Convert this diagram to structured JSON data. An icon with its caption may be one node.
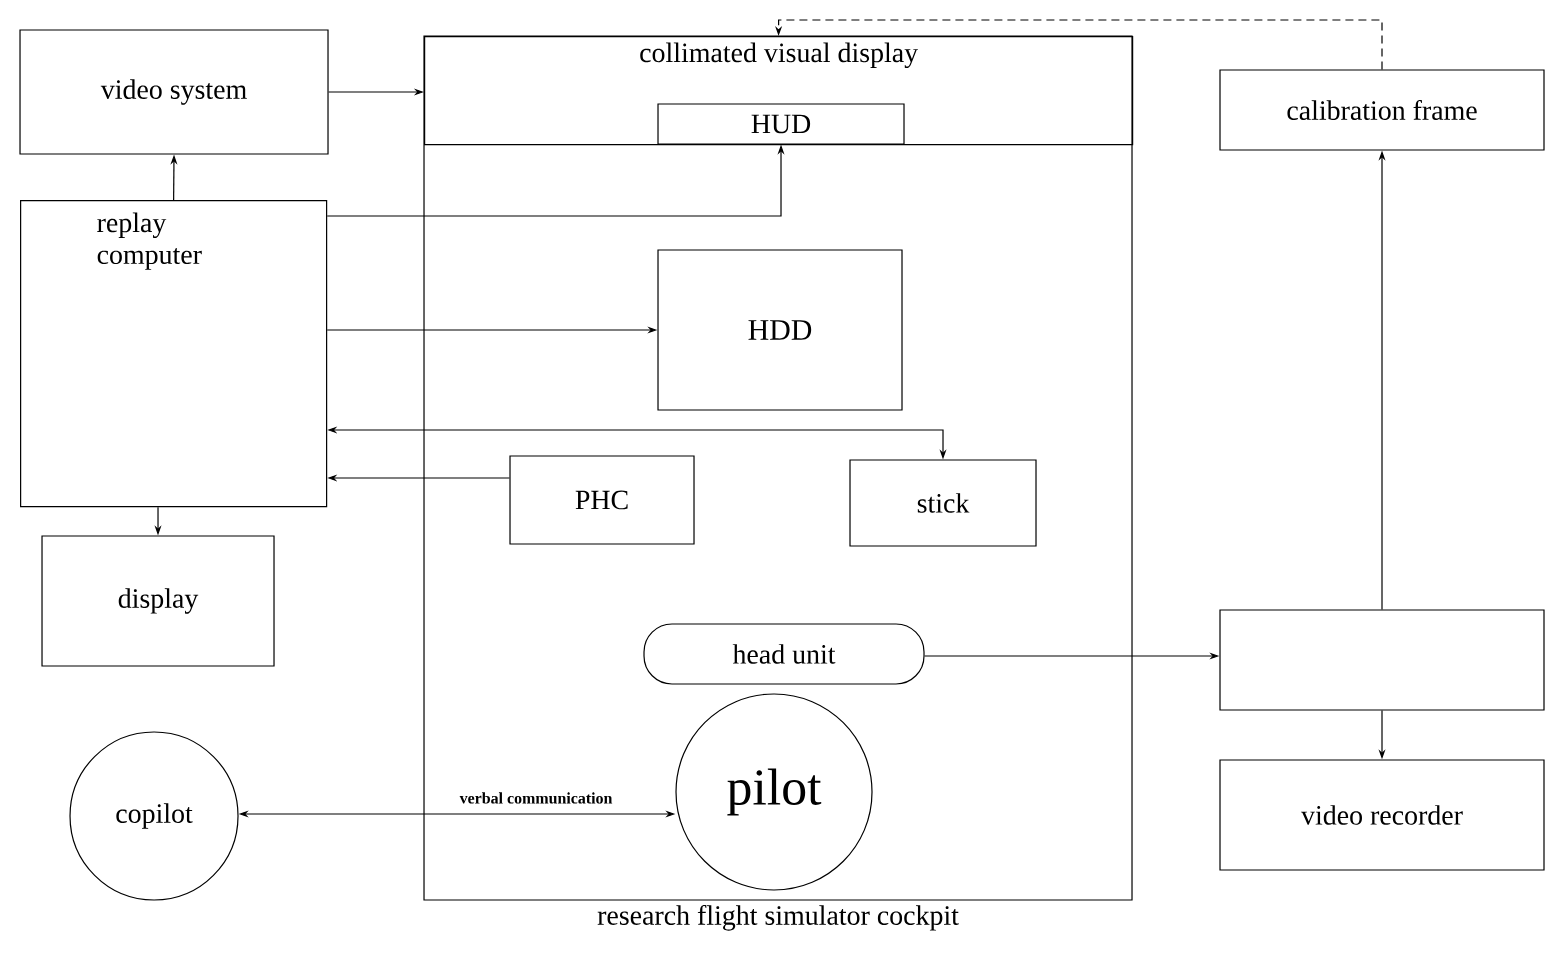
{
  "diagram": {
    "nodes": [
      {
        "text": [
          "video system"
        ]
      },
      {
        "text": [
          "research flight simulator cockpit"
        ]
      },
      {
        "text": [
          "collimated visual display"
        ],
        "in": 1
      },
      {
        "text": [
          "HUD"
        ],
        "in": 2
      },
      {
        "text": [
          "replay computer"
        ]
      },
      {
        "text": [
          "HDD"
        ],
        "in": 1
      },
      {
        "text": [
          "PHC"
        ],
        "in": 1
      },
      {
        "text": [
          "stick"
        ],
        "in": 1
      },
      {
        "text": [
          "display"
        ]
      },
      {
        "text": [
          "head unit"
        ],
        "in": 1
      },
      {
        "text": [
          "copilot"
        ]
      },
      {
        "text": [
          "pilot"
        ],
        "in": 1
      },
      {
        "text": [
          "calibration frame"
        ]
      },
      {
        "text": [],
        "shape": "box"
      },
      {
        "text": [
          "video recorder"
        ]
      }
    ],
    "edges": [
      {
        "from": 0,
        "to": 2,
        "arrow": "to"
      },
      {
        "from": 4,
        "to": 0,
        "arrow": "to"
      },
      {
        "from": 4,
        "to": 3,
        "arrow": "to"
      },
      {
        "from": 4,
        "to": 5,
        "arrow": "to"
      },
      {
        "from": 4,
        "to": 7,
        "arrow": "both"
      },
      {
        "from": 6,
        "to": 4,
        "arrow": "to"
      },
      {
        "from": 4,
        "to": 8,
        "arrow": "to"
      },
      {
        "from": 12,
        "to": 2,
        "arrow": "to",
        "style": "dashed"
      },
      {
        "from": 13,
        "to": 12,
        "arrow": "to"
      },
      {
        "from": 9,
        "to": 13,
        "arrow": "to"
      },
      {
        "from": 13,
        "to": 14,
        "arrow": "to"
      },
      {
        "from": 10,
        "to": 11,
        "arrow": "both",
        "label": "verbal communication"
      }
    ]
  }
}
